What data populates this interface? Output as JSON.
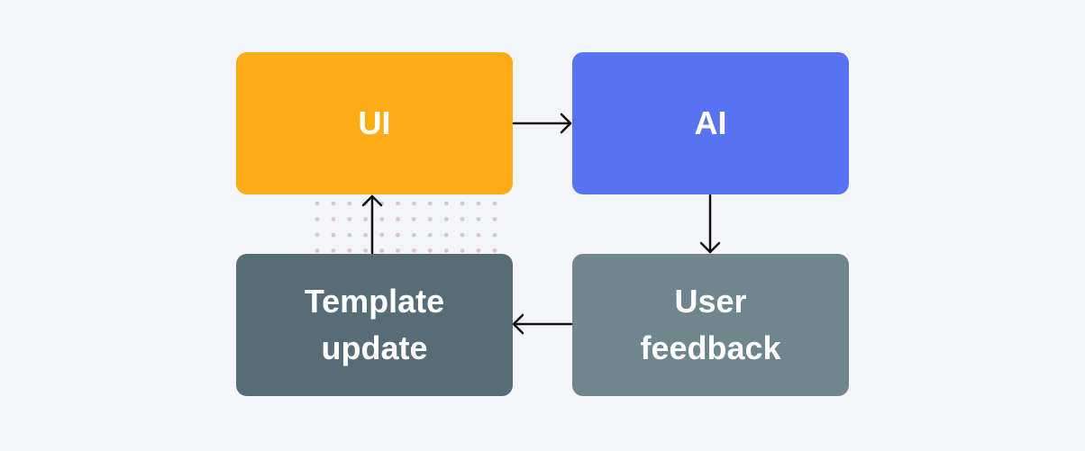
{
  "diagram": {
    "background": "#f3f5f9",
    "nodes": {
      "ui": {
        "label": "UI",
        "color": "#fcac14"
      },
      "ai": {
        "label": "AI",
        "color": "#5873f2"
      },
      "feedback": {
        "label": "User\nfeedback",
        "color": "#6f868e"
      },
      "template": {
        "label": "Template\nupdate",
        "color": "#576c76"
      }
    },
    "edges": [
      {
        "from": "ui",
        "to": "ai"
      },
      {
        "from": "ai",
        "to": "feedback"
      },
      {
        "from": "feedback",
        "to": "template"
      },
      {
        "from": "template",
        "to": "ui"
      }
    ],
    "arrow_color": "#111111",
    "dot_color": "#d8c9cb"
  }
}
